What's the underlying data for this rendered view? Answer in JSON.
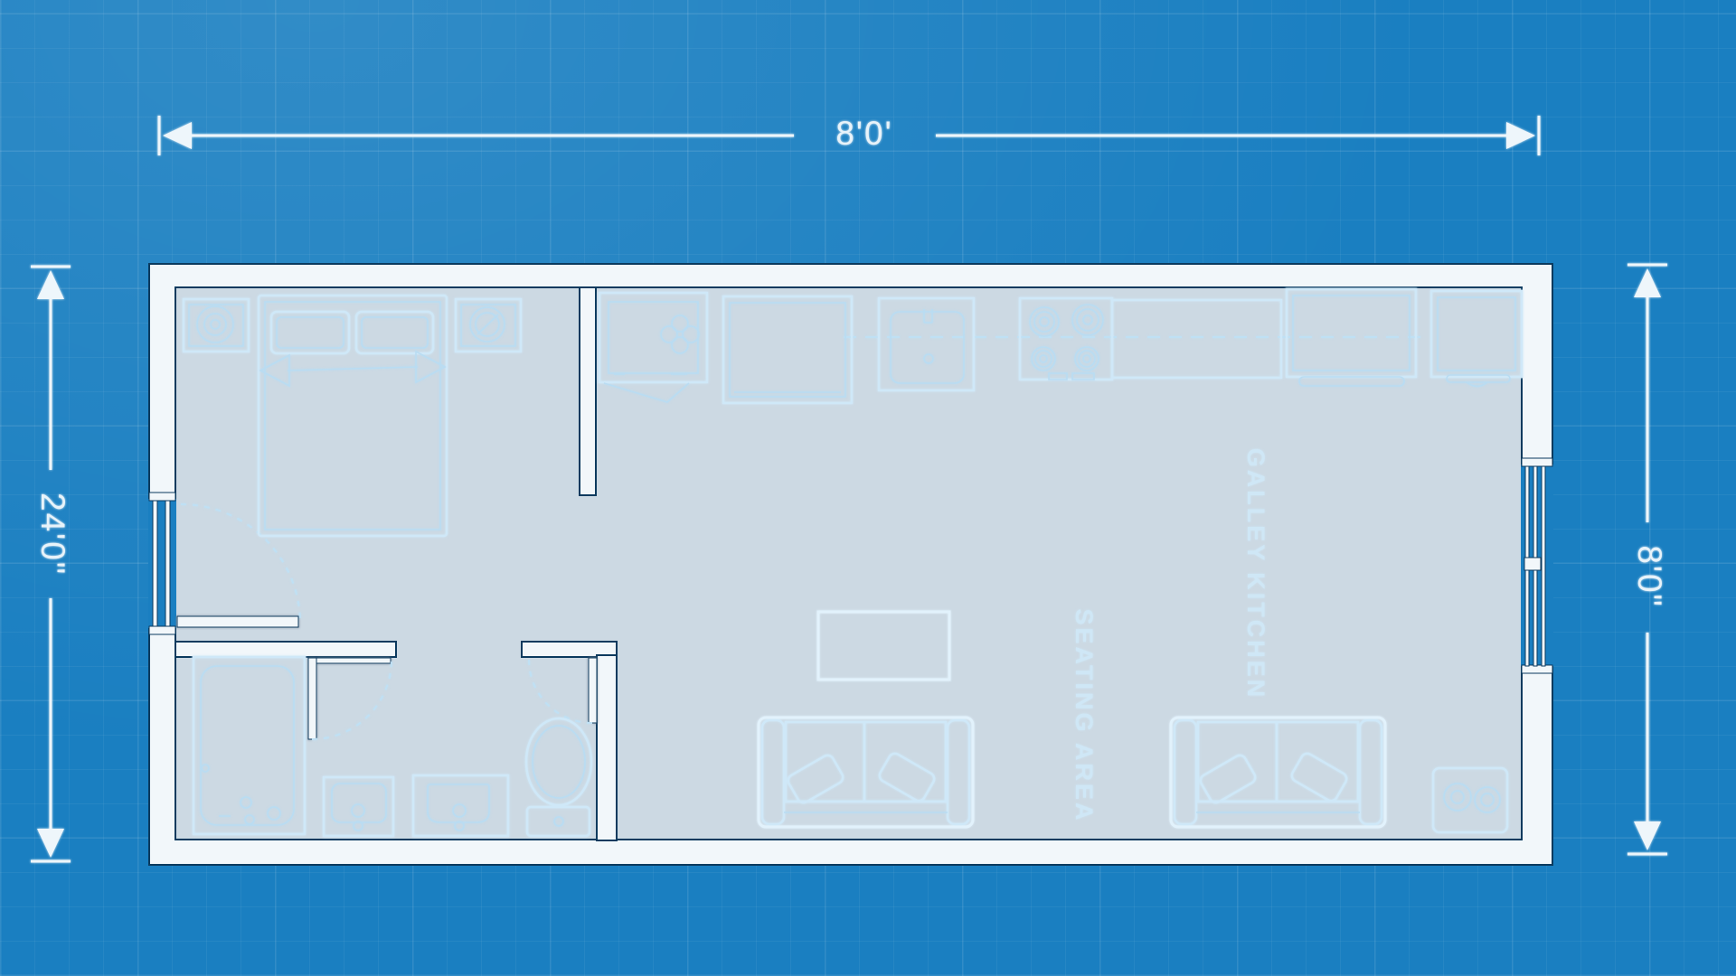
{
  "app": "blueprint-floor-plan",
  "dimensions": {
    "top": "8'0'",
    "left": "24'0\"",
    "right": "8'0\""
  },
  "room_labels": {
    "galley_kitchen": "GALLEY KITCHEN",
    "seating_area": "SEATING AREA"
  },
  "fixtures": [
    "double-bed",
    "bed-pillow-left",
    "bed-pillow-right",
    "bed-width-arrow",
    "nightstand-lamp",
    "nightstand-clock",
    "entry-door",
    "bathroom-door",
    "toilet-door",
    "right-wall-window",
    "bathtub",
    "vanity-sink-1",
    "vanity-sink-2",
    "toilet",
    "vent-cabinet",
    "refrigerator",
    "kitchen-sink",
    "cooktop",
    "kitchen-counter",
    "upper-cabinet-1",
    "upper-cabinet-2",
    "coffee-table",
    "sofa-left",
    "sofa-right",
    "media-unit"
  ],
  "colors": {
    "background": "#1a7fc1",
    "wall": "#f2f7fa",
    "wall_outline": "#0b3a5e",
    "linework": "#cfe8f8",
    "dimension": "#eef6fb",
    "label_text": "#cfe7f6"
  }
}
